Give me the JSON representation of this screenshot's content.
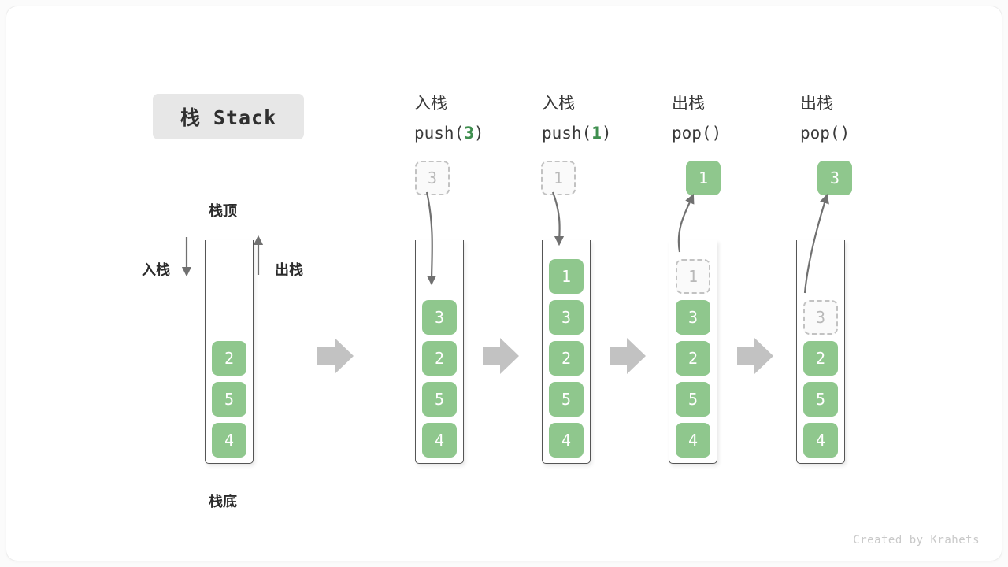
{
  "title": {
    "text": "栈 Stack"
  },
  "credit": {
    "text": "Created by Krahets"
  },
  "legend": {
    "top_label": "栈顶",
    "bottom_label": "栈底",
    "push_label": "入栈",
    "pop_label": "出栈"
  },
  "colors": {
    "element_green": "#8fc78d",
    "ghost_gray": "#c2c2c2",
    "arrow_gray": "#707070",
    "flow_arrow_gray": "#c0c0c0",
    "title_chip_bg": "#e7e7e7",
    "accent_number_green": "#3f8f4f"
  },
  "steps": [
    {
      "id": "initial",
      "op_cn": "",
      "op_code": "",
      "stack": [
        "2",
        "5",
        "4"
      ],
      "ghost_top": null,
      "incoming": null,
      "outgoing": null
    },
    {
      "id": "push-3",
      "op_cn": "入栈",
      "op_code_prefix": "push(",
      "op_code_num": "3",
      "op_code_suffix": ")",
      "stack": [
        "3",
        "2",
        "5",
        "4"
      ],
      "ghost_top": null,
      "incoming": "3",
      "outgoing": null
    },
    {
      "id": "push-1",
      "op_cn": "入栈",
      "op_code_prefix": "push(",
      "op_code_num": "1",
      "op_code_suffix": ")",
      "stack": [
        "1",
        "3",
        "2",
        "5",
        "4"
      ],
      "ghost_top": null,
      "incoming": "1",
      "outgoing": null
    },
    {
      "id": "pop-1",
      "op_cn": "出栈",
      "op_code_prefix": "pop(",
      "op_code_num": "",
      "op_code_suffix": ")",
      "stack": [
        "3",
        "2",
        "5",
        "4"
      ],
      "ghost_top": "1",
      "incoming": null,
      "outgoing": "1"
    },
    {
      "id": "pop-3",
      "op_cn": "出栈",
      "op_code_prefix": "pop(",
      "op_code_num": "",
      "op_code_suffix": ")",
      "stack": [
        "2",
        "5",
        "4"
      ],
      "ghost_top": "3",
      "incoming": null,
      "outgoing": "3"
    }
  ],
  "flow_arrows": {
    "count": 4,
    "glyph": "arrow-right"
  }
}
